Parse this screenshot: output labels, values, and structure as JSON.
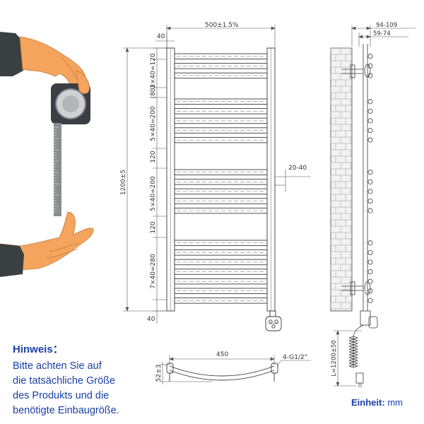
{
  "dimensions": {
    "width": "500±1.5%",
    "top_offset": "40",
    "group_top": "3×40=120",
    "gap_top": "(80)",
    "group_upper_mid": "5×40=200",
    "gap_1": "120",
    "group_lower_mid": "5×40=200",
    "gap_2": "120",
    "group_bottom": "7×40=280",
    "bottom_offset": "40",
    "height": "1200±5",
    "connector_depth": "20-40",
    "wall_distance_outer": "94-109",
    "wall_distance_inner": "59-74",
    "bottom_width": "450",
    "pipe_thread": "4-G1/2\"",
    "curve_depth": "52±3",
    "cable_length": "L=1200±50"
  },
  "note": {
    "title": "Hinweis：",
    "lines": [
      "Bitte achten Sie auf",
      "die tatsächliche Größe",
      "des Produkts und die",
      "benötigte Einbaugröße."
    ]
  },
  "unit": {
    "label": "Einheit:",
    "value": "mm"
  },
  "colors": {
    "line": "#3a3a3a",
    "skin": "#f4a45c",
    "sleeve": "#3a3f42",
    "note_text": "#1a3fa8"
  }
}
